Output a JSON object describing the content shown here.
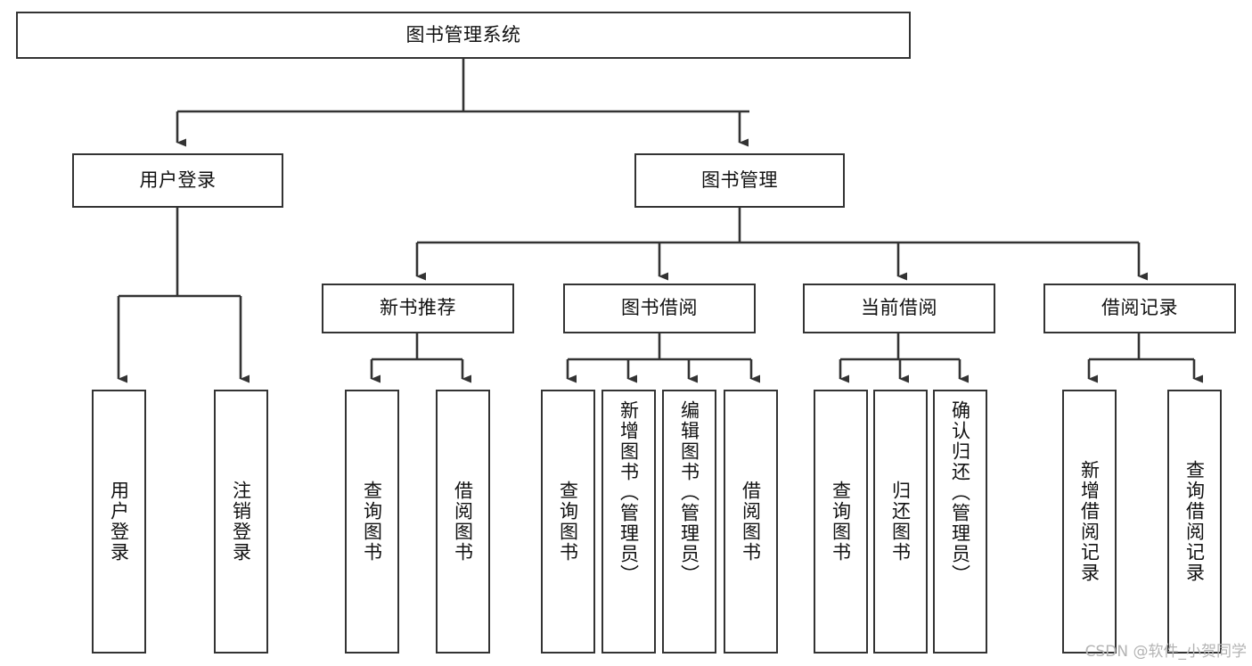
{
  "diagram": {
    "title": "图书管理系统",
    "type": "tree-hierarchy-diagram",
    "colors": {
      "background": "#ffffff",
      "stroke": "#333333",
      "text": "#111111",
      "watermark": "#b4b4b4"
    },
    "root": {
      "label": "图书管理系统"
    },
    "level2": [
      {
        "label": "用户登录"
      },
      {
        "label": "图书管理"
      }
    ],
    "level3": [
      {
        "label": "新书推荐"
      },
      {
        "label": "图书借阅"
      },
      {
        "label": "当前借阅"
      },
      {
        "label": "借阅记录"
      }
    ],
    "leaves": {
      "user_login": [
        {
          "label": "用户登录"
        },
        {
          "label": "注销登录"
        }
      ],
      "new_book_recommend": [
        {
          "label": "查询图书"
        },
        {
          "label": "借阅图书"
        }
      ],
      "book_borrow": [
        {
          "label": "查询图书"
        },
        {
          "label": "新增图书（管理员）"
        },
        {
          "label": "编辑图书（管理员）"
        },
        {
          "label": "借阅图书"
        }
      ],
      "current_borrow": [
        {
          "label": "查询图书"
        },
        {
          "label": "归还图书"
        },
        {
          "label": "确认归还（管理员）"
        }
      ],
      "borrow_record": [
        {
          "label": "新增借阅记录"
        },
        {
          "label": "查询借阅记录"
        }
      ]
    },
    "watermark": "CSDN @软件_小贺同学"
  }
}
